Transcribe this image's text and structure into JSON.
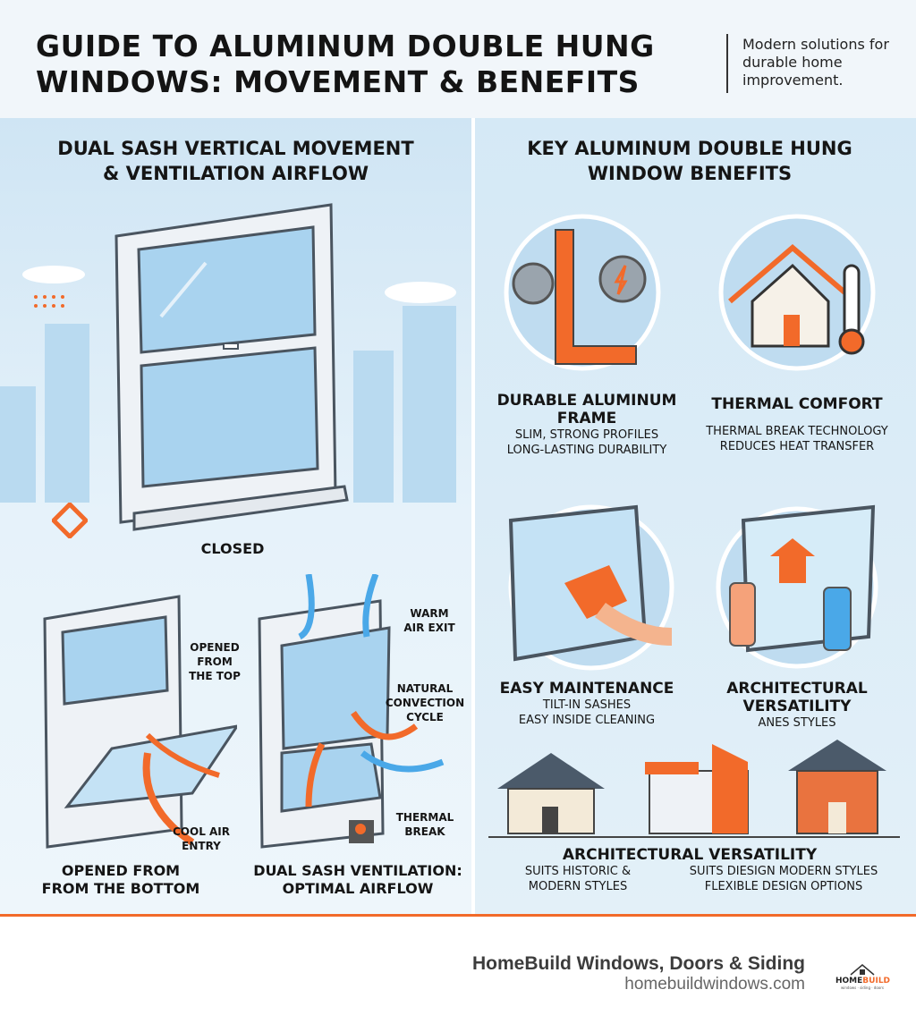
{
  "header": {
    "title_line1": "GUIDE TO ALUMINUM DOUBLE HUNG",
    "title_line2": "WINDOWS: MOVEMENT & BENEFITS",
    "tagline": "Modern solutions for durable home improvement."
  },
  "left": {
    "title_line1": "DUAL SASH VERTICAL MOVEMENT",
    "title_line2": "& VENTILATION AIRFLOW",
    "closed_label": "CLOSED",
    "opened_top_label": [
      "OPENED",
      "FROM",
      "THE TOP"
    ],
    "cool_air_label": [
      "COOL AIR",
      "ENTRY"
    ],
    "opened_bottom_label": [
      "OPENED FROM",
      "FROM THE BOTTOM"
    ],
    "warm_air_label": [
      "WARM",
      "AIR EXIT"
    ],
    "convection_label": [
      "NATURAL",
      "CONVECTION",
      "CYCLE"
    ],
    "thermal_break_label": [
      "THERMAL",
      "BREAK"
    ],
    "dual_sash_label": [
      "DUAL SASH VENTILATION:",
      "OPTIMAL AIRFLOW"
    ]
  },
  "right": {
    "title_line1": "KEY ALUMINUM DOUBLE HUNG",
    "title_line2": "WINDOW BENEFITS",
    "benefits": [
      {
        "title": [
          "DURABLE ALUMINUM",
          "FRAME"
        ],
        "sub": [
          "SLIM, STRONG PROFILES",
          "LONG-LASTING DURABILITY"
        ],
        "icon": "aluminum-frame-gears-icon"
      },
      {
        "title": [
          "THERMAL COMFORT"
        ],
        "sub": [
          "THERMAL BREAK TECHNOLOGY",
          "REDUCES HEAT TRANSFER"
        ],
        "icon": "house-thermometer-icon"
      },
      {
        "title": [
          "EASY MAINTENANCE"
        ],
        "sub": [
          "TILT-IN SASHES",
          "EASY INSIDE CLEANING"
        ],
        "icon": "hand-cleaning-window-icon"
      },
      {
        "title": [
          "ARCHITECTURAL",
          "VERSATILITY"
        ],
        "sub": [
          "ANES STYLES"
        ],
        "icon": "spray-bottles-window-icon"
      }
    ],
    "versatility": {
      "title": "ARCHITECTURAL VERSATILITY",
      "col1": [
        "SUITS HISTORIC &",
        "MODERN STYLES"
      ],
      "col2": [
        "SUITS DIESIGN MODERN STYLES",
        "FLEXIBLE DESIGN OPTIONS"
      ]
    }
  },
  "footer": {
    "company": "HomeBuild Windows, Doors & Siding",
    "url": "homebuildwindows.com",
    "logo_text": "HOMEBUILD",
    "logo_sub": "windows · siding · doors"
  },
  "colors": {
    "accent": "#f26a2a",
    "sky": "#4aa8e8",
    "panel": "#d5e9f6"
  }
}
